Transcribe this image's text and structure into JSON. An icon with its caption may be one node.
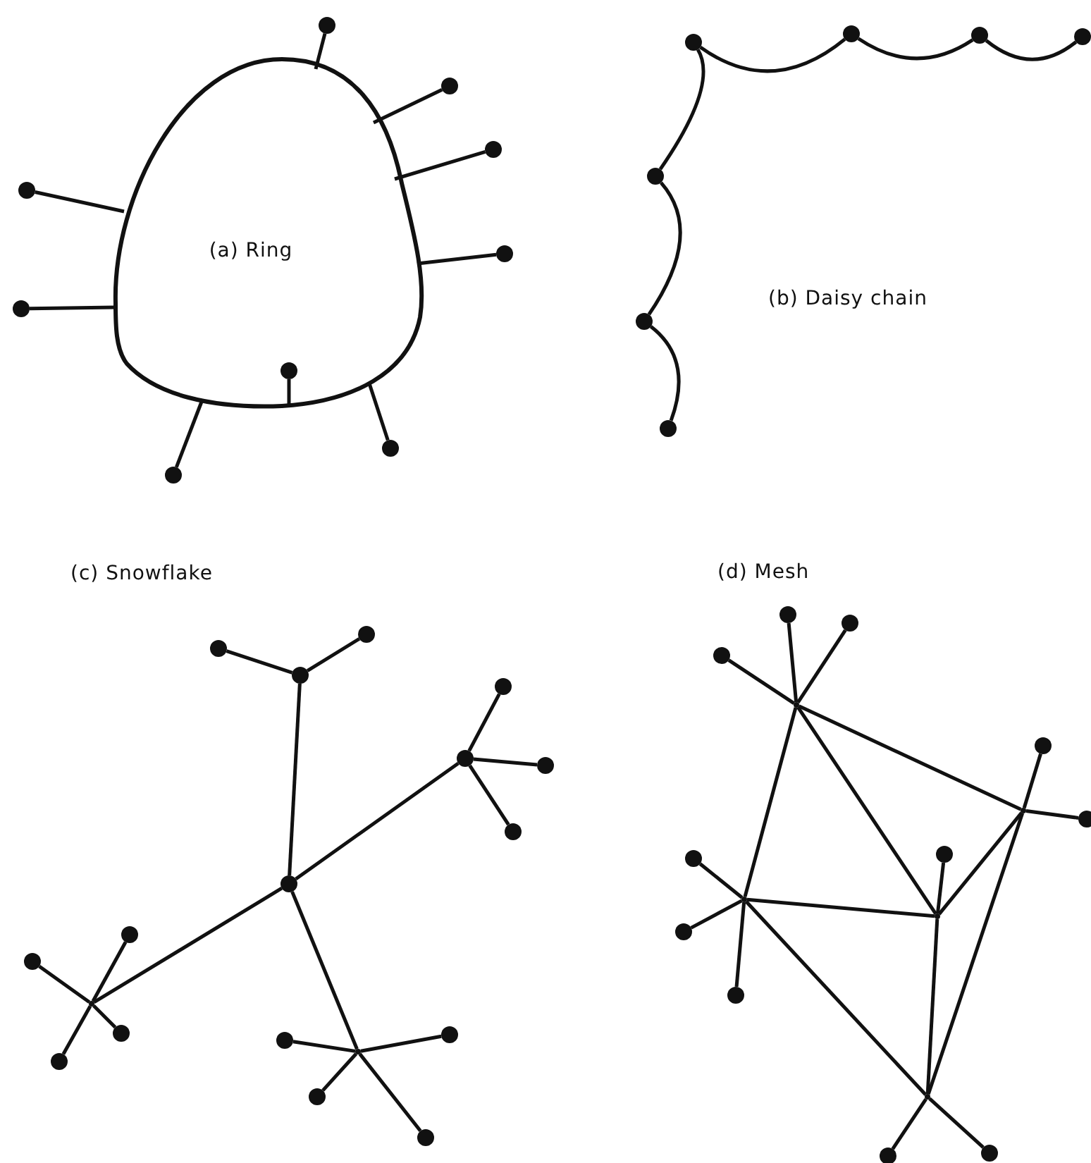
{
  "diagram": {
    "nodes": [
      {
        "text": [
          "(a) Ring"
        ]
      },
      {
        "text": [],
        "shape": "circle",
        "in": 0
      },
      {
        "text": [],
        "shape": "circle"
      },
      {
        "text": [],
        "shape": "circle"
      },
      {
        "text": [],
        "shape": "circle"
      },
      {
        "text": [],
        "shape": "circle"
      },
      {
        "text": [],
        "shape": "circle"
      },
      {
        "text": [],
        "shape": "circle"
      },
      {
        "text": [],
        "shape": "circle"
      },
      {
        "text": [],
        "shape": "circle"
      },
      {
        "text": [],
        "shape": "circle"
      },
      {
        "text": [],
        "shape": "circle"
      },
      {
        "text": [],
        "shape": "circle"
      },
      {
        "text": [],
        "shape": "circle"
      },
      {
        "text": [],
        "shape": "circle"
      },
      {
        "text": [],
        "shape": "circle"
      },
      {
        "text": [],
        "shape": "circle"
      },
      {
        "text": [],
        "shape": "circle"
      },
      {
        "text": [],
        "shape": "circle"
      },
      {
        "text": [],
        "shape": "circle"
      },
      {
        "text": [],
        "shape": "circle"
      },
      {
        "text": [],
        "shape": "circle"
      },
      {
        "text": [],
        "shape": "circle"
      },
      {
        "text": [],
        "shape": "circle"
      },
      {
        "text": [],
        "shape": "circle"
      },
      {
        "text": [],
        "shape": "point"
      },
      {
        "text": [],
        "shape": "circle"
      },
      {
        "text": [],
        "shape": "circle"
      },
      {
        "text": [],
        "shape": "circle"
      },
      {
        "text": [],
        "shape": "circle"
      },
      {
        "text": [],
        "shape": "point"
      },
      {
        "text": [],
        "shape": "circle"
      },
      {
        "text": [],
        "shape": "circle"
      },
      {
        "text": [],
        "shape": "circle"
      },
      {
        "text": [],
        "shape": "circle"
      },
      {
        "text": [],
        "shape": "point"
      },
      {
        "text": [],
        "shape": "circle"
      },
      {
        "text": [],
        "shape": "circle"
      },
      {
        "text": [],
        "shape": "circle"
      },
      {
        "text": [],
        "shape": "point"
      },
      {
        "text": [],
        "shape": "circle"
      },
      {
        "text": [],
        "shape": "circle"
      },
      {
        "text": [],
        "shape": "point"
      },
      {
        "text": [],
        "shape": "circle"
      },
      {
        "text": [],
        "shape": "circle"
      },
      {
        "text": [],
        "shape": "circle"
      },
      {
        "text": [],
        "shape": "point"
      },
      {
        "text": [],
        "shape": "circle"
      },
      {
        "text": [],
        "shape": "point"
      },
      {
        "text": [],
        "shape": "circle"
      },
      {
        "text": [],
        "shape": "circle"
      }
    ],
    "edges": [
      {
        "from": 0,
        "to": 1,
        "arrow": "none"
      },
      {
        "from": 0,
        "to": 2,
        "arrow": "none"
      },
      {
        "from": 0,
        "to": 3,
        "arrow": "none"
      },
      {
        "from": 0,
        "to": 4,
        "arrow": "none"
      },
      {
        "from": 0,
        "to": 5,
        "arrow": "none"
      },
      {
        "from": 0,
        "to": 6,
        "arrow": "none"
      },
      {
        "from": 0,
        "to": 7,
        "arrow": "none"
      },
      {
        "from": 0,
        "to": 8,
        "arrow": "none"
      },
      {
        "from": 0,
        "to": 9,
        "arrow": "none"
      },
      {
        "from": 10,
        "to": 11,
        "arrow": "none"
      },
      {
        "from": 11,
        "to": 12,
        "arrow": "none"
      },
      {
        "from": 12,
        "to": 13,
        "arrow": "none"
      },
      {
        "from": 10,
        "to": 14,
        "arrow": "none"
      },
      {
        "from": 14,
        "to": 15,
        "arrow": "none"
      },
      {
        "from": 15,
        "to": 16,
        "arrow": "none"
      },
      {
        "from": 17,
        "to": 18,
        "arrow": "none"
      },
      {
        "from": 17,
        "to": 21,
        "arrow": "none"
      },
      {
        "from": 17,
        "to": 25,
        "arrow": "none"
      },
      {
        "from": 17,
        "to": 30,
        "arrow": "none"
      },
      {
        "from": 18,
        "to": 19,
        "arrow": "none"
      },
      {
        "from": 18,
        "to": 20,
        "arrow": "none"
      },
      {
        "from": 21,
        "to": 22,
        "arrow": "none"
      },
      {
        "from": 21,
        "to": 23,
        "arrow": "none"
      },
      {
        "from": 21,
        "to": 24,
        "arrow": "none"
      },
      {
        "from": 25,
        "to": 26,
        "arrow": "none"
      },
      {
        "from": 25,
        "to": 27,
        "arrow": "none"
      },
      {
        "from": 25,
        "to": 28,
        "arrow": "none"
      },
      {
        "from": 25,
        "to": 29,
        "arrow": "none"
      },
      {
        "from": 30,
        "to": 31,
        "arrow": "none"
      },
      {
        "from": 30,
        "to": 32,
        "arrow": "none"
      },
      {
        "from": 30,
        "to": 33,
        "arrow": "none"
      },
      {
        "from": 30,
        "to": 34,
        "arrow": "none"
      },
      {
        "from": 35,
        "to": 36,
        "arrow": "none"
      },
      {
        "from": 35,
        "to": 37,
        "arrow": "none"
      },
      {
        "from": 35,
        "to": 38,
        "arrow": "none"
      },
      {
        "from": 35,
        "to": 39,
        "arrow": "none"
      },
      {
        "from": 35,
        "to": 42,
        "arrow": "none"
      },
      {
        "from": 35,
        "to": 46,
        "arrow": "none"
      },
      {
        "from": 39,
        "to": 40,
        "arrow": "none"
      },
      {
        "from": 39,
        "to": 41,
        "arrow": "none"
      },
      {
        "from": 39,
        "to": 46,
        "arrow": "none"
      },
      {
        "from": 39,
        "to": 48,
        "arrow": "none"
      },
      {
        "from": 42,
        "to": 43,
        "arrow": "none"
      },
      {
        "from": 42,
        "to": 44,
        "arrow": "none"
      },
      {
        "from": 42,
        "to": 45,
        "arrow": "none"
      },
      {
        "from": 42,
        "to": 46,
        "arrow": "none"
      },
      {
        "from": 42,
        "to": 48,
        "arrow": "none"
      },
      {
        "from": 46,
        "to": 47,
        "arrow": "none"
      },
      {
        "from": 46,
        "to": 48,
        "arrow": "none"
      },
      {
        "from": 48,
        "to": 49,
        "arrow": "none"
      },
      {
        "from": 48,
        "to": 50,
        "arrow": "none"
      }
    ],
    "labels": [
      "(b) Daisy chain",
      "(c) Snowflake",
      "(d) Mesh"
    ]
  }
}
